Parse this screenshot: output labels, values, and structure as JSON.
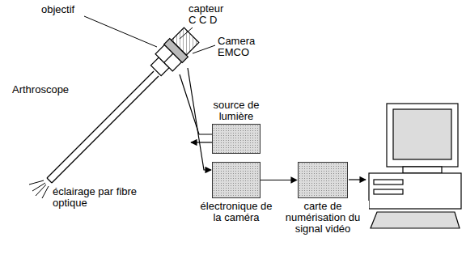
{
  "diagram": {
    "nodes": [
      {
        "text": [
          "source de lumière"
        ]
      },
      {
        "text": [
          "électronique de la caméra"
        ]
      },
      {
        "text": [
          "carte de numérisation du signal vidéo"
        ]
      }
    ],
    "edges": [
      {
        "from": 1,
        "to": 2,
        "arrow": "to"
      }
    ],
    "labels": [
      "objectif",
      "capteur C C D",
      "Camera EMCO",
      "Arthroscope",
      "éclairage par fibre optique"
    ]
  }
}
